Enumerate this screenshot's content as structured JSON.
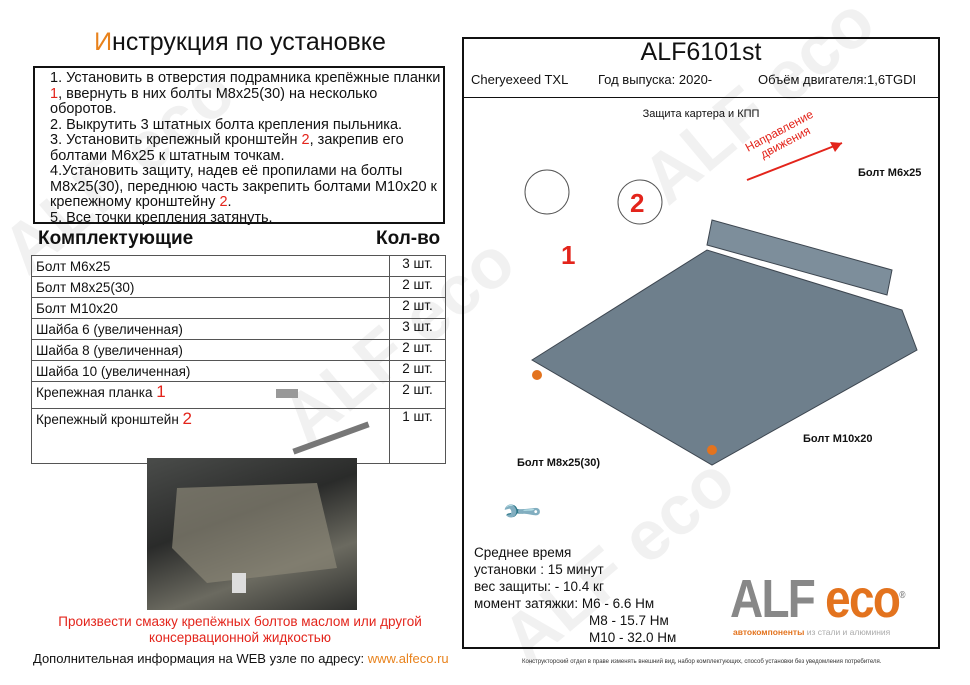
{
  "left": {
    "title_first": "И",
    "title_rest": "нструкция по установке",
    "steps": [
      {
        "a": "1.  Установить в отверстия подрамника крепёжные планки ",
        "b": "1",
        ",c": "",
        "c": ", ввернуть в них болты М8х25(30) на несколько оборотов."
      },
      {
        "a": "2.  Выкрутить 3 штатных болта крепления пыльника.",
        "b": "",
        "c": ""
      },
      {
        "a": "3.  Установить крепежный кронштейн ",
        "b": "2",
        "c": ", закрепив его болтами М6х25 к штатным точкам."
      },
      {
        "a": "4.Установить защиту, надев её пропилами на болты М8х25(30), переднюю часть закрепить болтами М10х20 к крепежному кронштейну ",
        "b": "2",
        "c": "."
      },
      {
        "a": "5. Все точки крепления затянуть.",
        "b": "",
        "c": ""
      }
    ],
    "kit_header": "Комплектующие",
    "qty_header": "Кол-во",
    "kit": [
      {
        "name": "Болт М6х25",
        "num": "",
        "qty": "3 шт."
      },
      {
        "name": "Болт М8х25(30)",
        "num": "",
        "qty": "2 шт."
      },
      {
        "name": "Болт М10х20",
        "num": "",
        "qty": "2 шт."
      },
      {
        "name": "Шайба 6 (увеличенная)",
        "num": "",
        "qty": "3 шт."
      },
      {
        "name": "Шайба 8 (увеличенная)",
        "num": "",
        "qty": "2 шт."
      },
      {
        "name": "Шайба 10 (увеличенная)",
        "num": "",
        "qty": "2 шт."
      },
      {
        "name": "Крепежная планка ",
        "num": "1",
        "qty": "2 шт."
      },
      {
        "name": "Крепежный кронштейн ",
        "num": "2",
        "qty": "1 шт."
      }
    ],
    "warning": "Произвести смазку крепёжных болтов маслом или другой консервационной жидкостью",
    "web_text": "Дополнительная информация на WEB узле по адресу: ",
    "web_link": "www.alfeco.ru"
  },
  "right": {
    "title": "ALF6101st",
    "car": "Cheryexeed TXL",
    "year": "Год выпуска: 2020-",
    "engine": "Объём двигателя:1,6TGDI",
    "subtitle": "Защита картера и КПП",
    "direction_1": "Направление",
    "direction_2": "движения",
    "callout_1": "1",
    "callout_2": "2",
    "bolt_m6": "Болт М6х25",
    "bolt_m8": "Болт М8х25(30)",
    "bolt_m10": "Болт М10х20",
    "info": [
      "Среднее время",
      "установки : 15 минут",
      "вес защиты:   - 10.4 кг",
      "момент затяжки:  М6  - 6.6 Нм",
      "М8  - 15.7 Нм",
      "М10 - 32.0 Нм"
    ],
    "logo_alf": "ALF ",
    "logo_eco": "eco",
    "logo_reg": "®",
    "slogan_a": "автокомпоненты ",
    "slogan_b": "из стали и алюминия",
    "disclaimer": "Конструкторский отдел в праве изменять внешний вид, набор комплектующих, способ установки без уведомления потребителя."
  },
  "colors": {
    "accent": "#e8821c",
    "red": "#e3241b",
    "plate": "#6e7f8c"
  }
}
